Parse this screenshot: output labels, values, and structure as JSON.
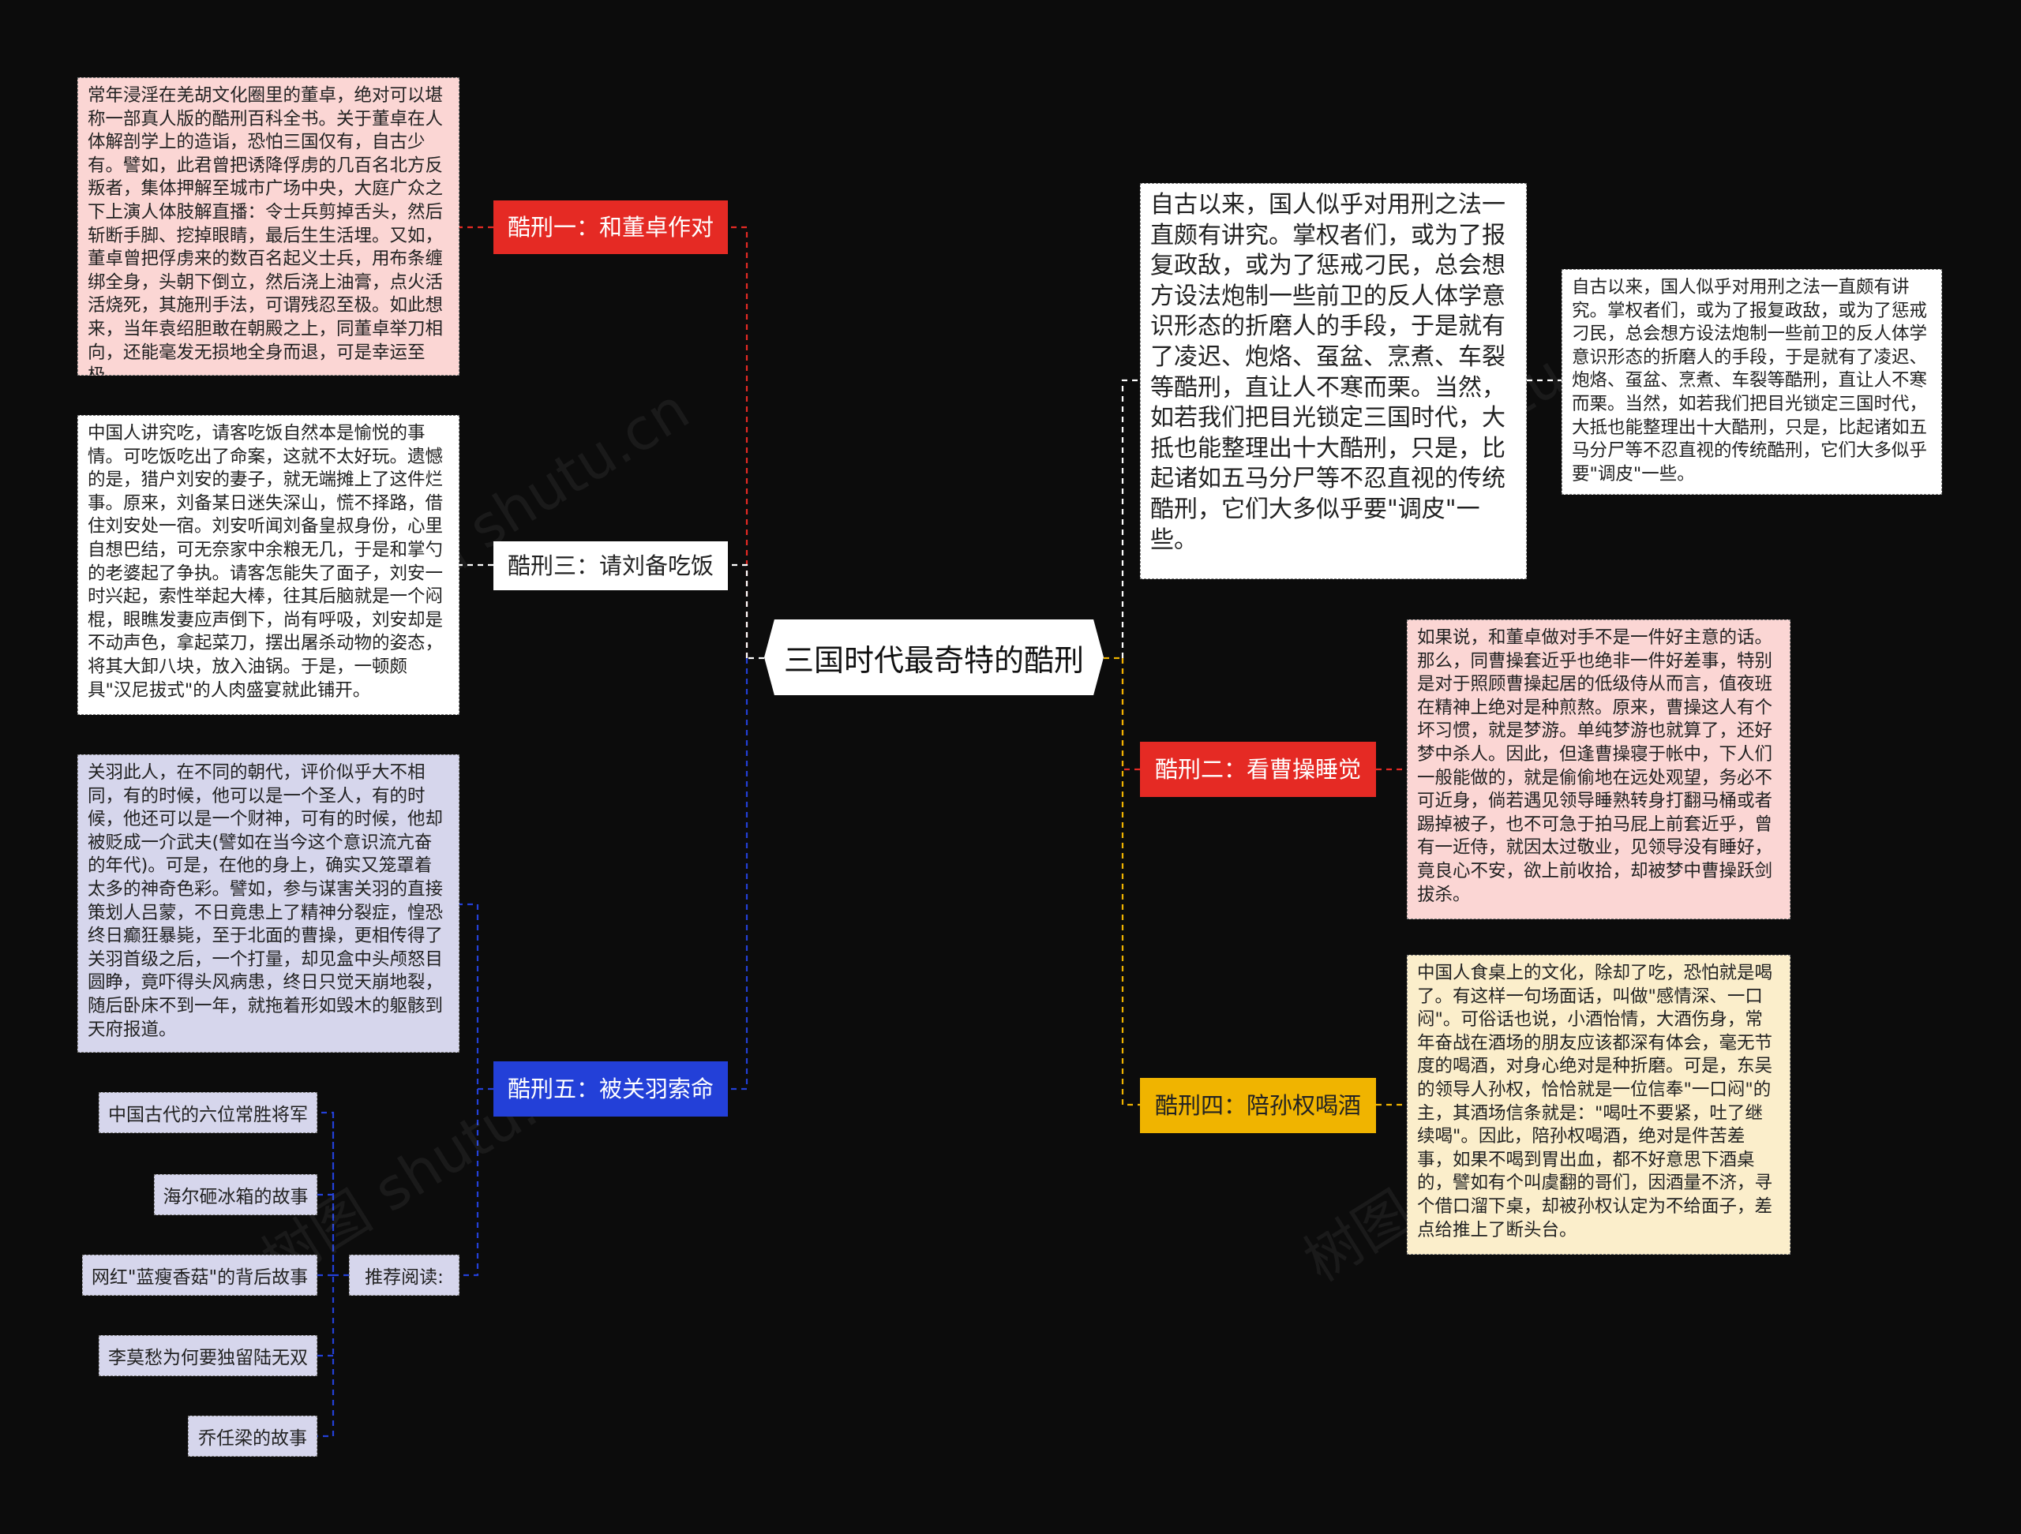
{
  "center": "三国时代最奇特的酷刑",
  "intro_long": "自古以来，国人似乎对用刑之法一直颇有讲究。掌权者们，或为了报复政敌，或为了惩戒刁民，总会想方设法炮制一些前卫的反人体学意识形态的折磨人的手段，于是就有了凌迟、炮烙、虿盆、烹煮、车裂等酷刑，直让人不寒而栗。当然，如若我们把目光锁定三国时代，大抵也能整理出十大酷刑，只是，比起诸如五马分尸等不忍直视的传统酷刑，它们大多似乎要\"调皮\"一些。",
  "intro_short": "自古以来，国人似乎对用刑之法一直颇有讲究。掌权者们，或为了报复政敌，或为了惩戒刁民，总会想方设法炮制一些前卫的反人体学意识形态的折磨人的手段，于是就有了凌迟、炮烙、虿盆、烹煮、车裂等酷刑，直让人不寒而栗。当然，如若我们把目光锁定三国时代，大抵也能整理出十大酷刑，只是，比起诸如五马分尸等不忍直视的传统酷刑，它们大多似乎要\"调皮\"一些。",
  "branches": {
    "b1": {
      "label": "酷刑一：和董卓作对",
      "text": "常年浸淫在羌胡文化圈里的董卓，绝对可以堪称一部真人版的酷刑百科全书。关于董卓在人体解剖学上的造诣，恐怕三国仅有，自古少有。譬如，此君曾把诱降俘虏的几百名北方反叛者，集体押解至城市广场中央，大庭广众之下上演人体肢解直播：令士兵剪掉舌头，然后斩断手脚、挖掉眼睛，最后生生活埋。又如，董卓曾把俘虏来的数百名起义士兵，用布条缠绑全身，头朝下倒立，然后浇上油膏，点火活活烧死，其施刑手法，可谓残忍至极。如此想来，当年袁绍胆敢在朝殿之上，同董卓举刀相向，还能毫发无损地全身而退，可是幸运至极。"
    },
    "b2": {
      "label": "酷刑二：看曹操睡觉",
      "text": "如果说，和董卓做对手不是一件好主意的话。那么，同曹操套近乎也绝非一件好差事，特别是对于照顾曹操起居的低级侍从而言，值夜班在精神上绝对是种煎熬。原来，曹操这人有个坏习惯，就是梦游。单纯梦游也就算了，还好梦中杀人。因此，但逢曹操寝于帐中，下人们一般能做的，就是偷偷地在远处观望，务必不可近身，倘若遇见领导睡熟转身打翻马桶或者踢掉被子，也不可急于拍马屁上前套近乎，曾有一近侍，就因太过敬业，见领导没有睡好，竟良心不安，欲上前收拾，却被梦中曹操跃剑拔杀。"
    },
    "b3": {
      "label": "酷刑三：请刘备吃饭",
      "text": "中国人讲究吃，请客吃饭自然本是愉悦的事情。可吃饭吃出了命案，这就不太好玩。遗憾的是，猎户刘安的妻子，就无端摊上了这件烂事。原来，刘备某日迷失深山，慌不择路，借住刘安处一宿。刘安听闻刘备皇叔身份，心里自想巴结，可无奈家中余粮无几，于是和掌勺的老婆起了争执。请客怎能失了面子，刘安一时兴起，索性举起大棒，往其后脑就是一个闷棍，眼瞧发妻应声倒下，尚有呼吸，刘安却是不动声色，拿起菜刀，摆出屠杀动物的姿态，将其大卸八块，放入油锅。于是，一顿颇具\"汉尼拔式\"的人肉盛宴就此铺开。"
    },
    "b4": {
      "label": "酷刑四：陪孙权喝酒",
      "text": "中国人食桌上的文化，除却了吃，恐怕就是喝了。有这样一句场面话，叫做\"感情深、一口闷\"。可俗话也说，小酒怡情，大酒伤身，常年奋战在酒场的朋友应该都深有体会，毫无节度的喝酒，对身心绝对是种折磨。可是，东吴的领导人孙权，恰恰就是一位信奉\"一口闷\"的主，其酒场信条就是：\"喝吐不要紧，吐了继续喝\"。因此，陪孙权喝酒，绝对是件苦差事，如果不喝到胃出血，都不好意思下酒桌的，譬如有个叫虞翻的哥们，因酒量不济，寻个借口溜下桌，却被孙权认定为不给面子，差点给推上了断头台。"
    },
    "b5": {
      "label": "酷刑五：被关羽索命",
      "text": "关羽此人，在不同的朝代，评价似乎大不相同，有的时候，他可以是一个圣人，有的时候，他还可以是一个财神，可有的时候，他却被贬成一介武夫(譬如在当今这个意识流亢奋的年代)。可是，在他的身上，确实又笼罩着太多的神奇色彩。譬如，参与谋害关羽的直接策划人吕蒙，不日竟患上了精神分裂症，惶恐终日癫狂暴毙，至于北面的曹操，更相传得了关羽首级之后，一个打量，却见盒中头颅怒目圆睁，竟吓得头风病患，终日只觉天崩地裂，随后卧床不到一年，就拖着形如毁木的躯骸到天府报道。"
    }
  },
  "recommend": {
    "label": "推荐阅读:",
    "items": [
      "中国古代的六位常胜将军",
      "海尔砸冰箱的故事",
      "网红\"蓝瘦香菇\"的背后故事",
      "李莫愁为何要独留陆无双",
      "乔任梁的故事"
    ]
  },
  "watermark": "树图 shutu.cn",
  "colors": {
    "background": "#0c0c0c",
    "red": "#e52a24",
    "blue": "#2340d8",
    "yellow": "#f0b400",
    "pink_note": "#fbd6d4",
    "yellow_note": "#fbeecb",
    "lavender_note": "#d6d6ec",
    "white": "#ffffff"
  }
}
